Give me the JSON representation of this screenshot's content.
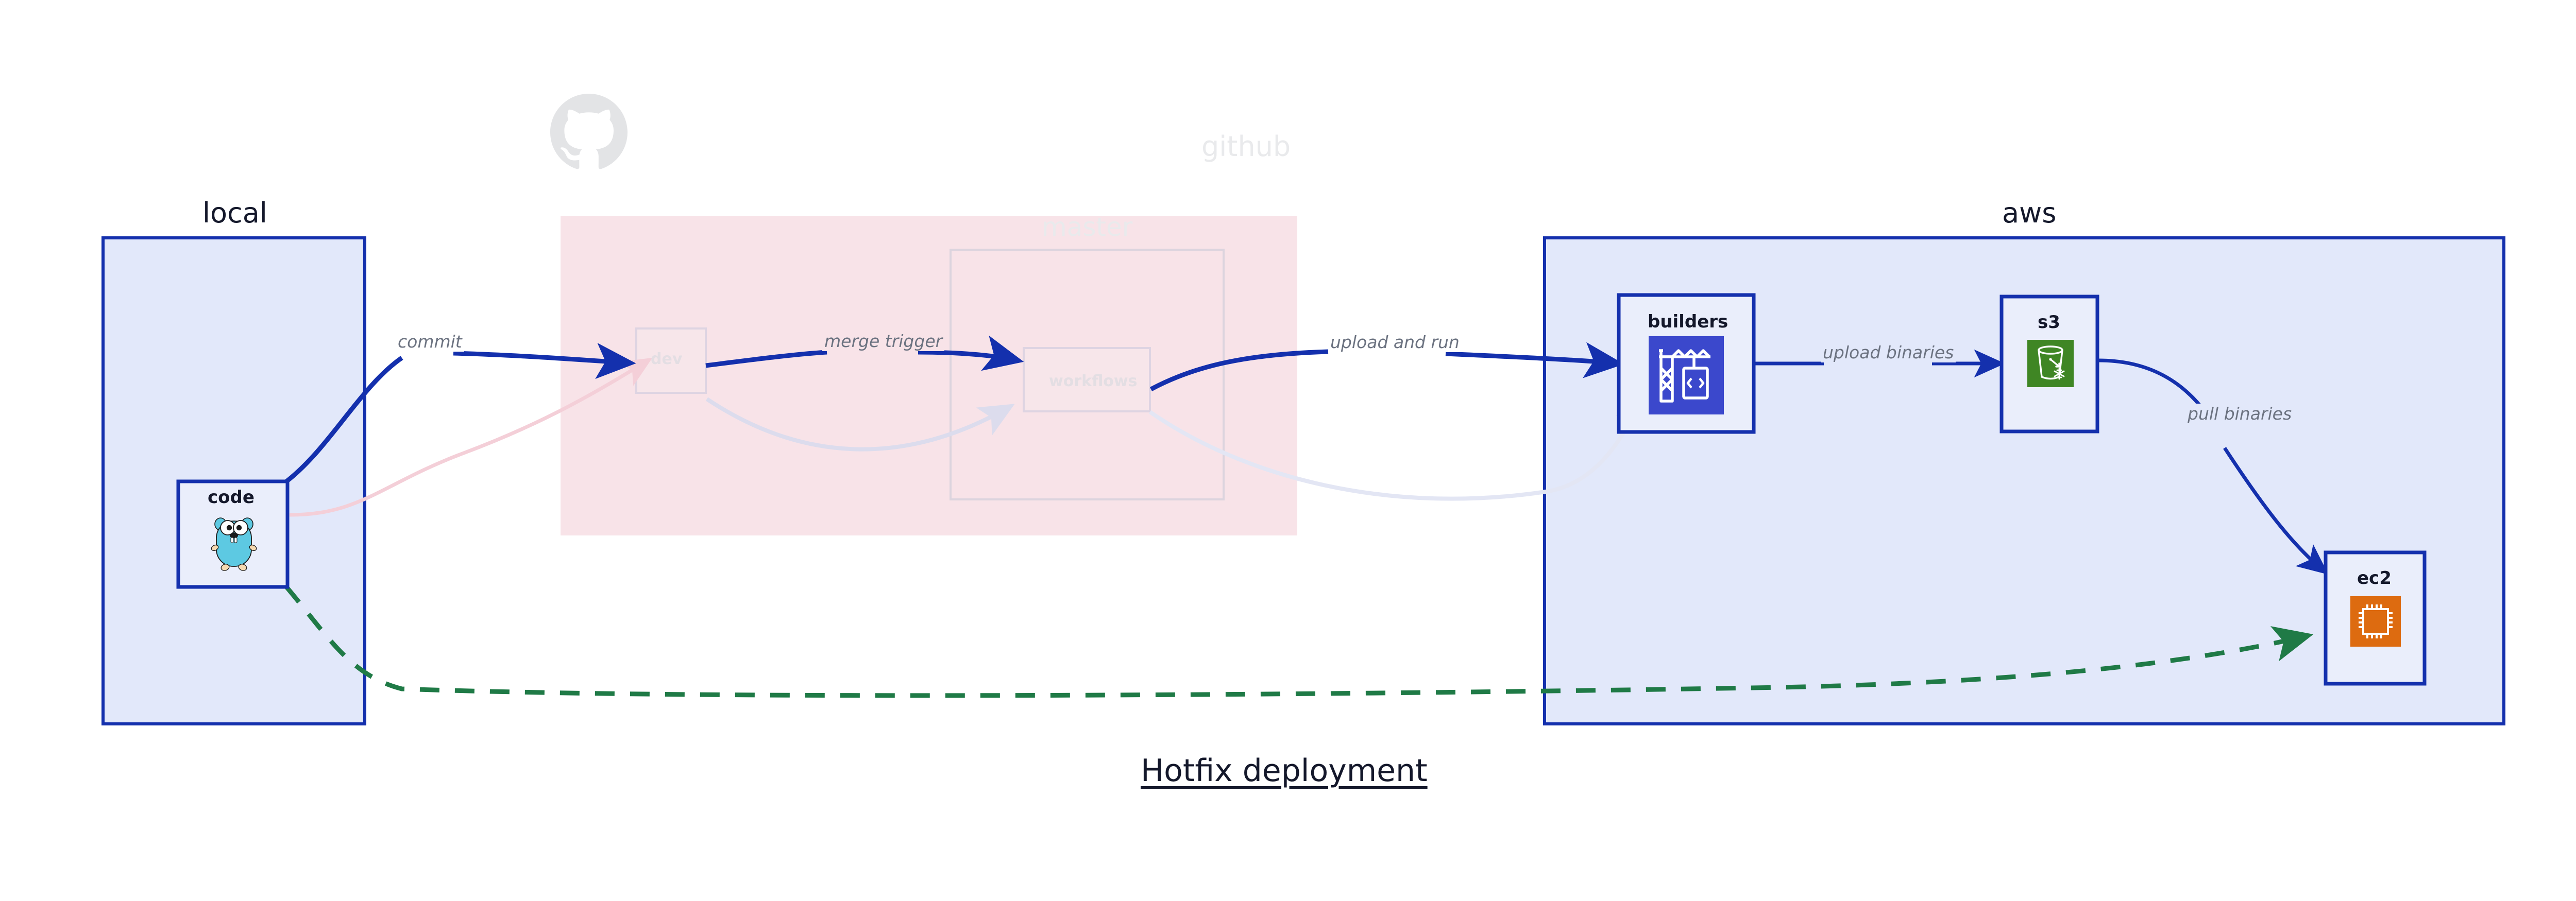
{
  "page": {
    "title": "Hotfix deployment",
    "background": "#ffffff"
  },
  "colors": {
    "primary_blue": "#1430ad",
    "container_blue_fill": "#e2e8fa",
    "container_blue_stroke": "#1430ad",
    "node_fill": "#eaeefb",
    "github_pink_fill": "#f8e3e8",
    "faded_text": "#e9eaec",
    "label_gray": "#6b7280",
    "green_dashed": "#1f7a46",
    "s3_green": "#3f8624",
    "ec2_orange": "#dd6b10",
    "builders_blue": "#3b48cc",
    "gopher_cyan": "#5dc9e2",
    "title_navy": "#14182b"
  },
  "groups": [
    {
      "id": "local",
      "label": "local",
      "faded": false
    },
    {
      "id": "github",
      "label": "github",
      "faded": true,
      "logo_icon": "github-octocat-icon",
      "subgroups": [
        {
          "id": "master",
          "label": "master",
          "faded": true
        }
      ]
    },
    {
      "id": "aws",
      "label": "aws",
      "faded": false
    }
  ],
  "nodes": [
    {
      "id": "code",
      "label": "code",
      "group": "local",
      "icon": "go-gopher-icon",
      "faded": false
    },
    {
      "id": "dev",
      "label": "dev",
      "group": "github",
      "icon": null,
      "faded": true
    },
    {
      "id": "workflows",
      "label": "workflows",
      "group": "master",
      "icon": null,
      "faded": true
    },
    {
      "id": "builders",
      "label": "builders",
      "group": "aws",
      "icon": "aws-codebuild-crane-icon",
      "faded": false
    },
    {
      "id": "s3",
      "label": "s3",
      "group": "aws",
      "icon": "aws-s3-bucket-icon",
      "faded": false
    },
    {
      "id": "ec2",
      "label": "ec2",
      "group": "aws",
      "icon": "aws-ec2-chip-icon",
      "faded": false
    }
  ],
  "edges": [
    {
      "id": "commit",
      "from": "code",
      "to": "dev",
      "label": "commit",
      "style": "solid",
      "color": "#1430ad",
      "faded": false
    },
    {
      "id": "merge-trigger",
      "from": "dev",
      "to": "workflows",
      "label": "merge trigger",
      "style": "solid",
      "color": "#1430ad",
      "faded": false
    },
    {
      "id": "upload-and-run",
      "from": "workflows",
      "to": "builders",
      "label": "upload and run",
      "style": "solid",
      "color": "#1430ad",
      "faded": false
    },
    {
      "id": "upload-binaries",
      "from": "builders",
      "to": "s3",
      "label": "upload binaries",
      "style": "solid",
      "color": "#1430ad",
      "faded": false
    },
    {
      "id": "pull-binaries",
      "from": "s3",
      "to": "ec2",
      "label": "pull binaries",
      "style": "solid",
      "color": "#1430ad",
      "faded": false
    },
    {
      "id": "hotfix-direct",
      "from": "code",
      "to": "ec2",
      "label": "",
      "style": "dashed",
      "color": "#1f7a46",
      "faded": false
    },
    {
      "id": "bg-code-dev",
      "from": "code",
      "to": "dev",
      "label": "",
      "style": "solid",
      "color": "#f4cfd8",
      "faded": true
    },
    {
      "id": "bg-dev-workflows",
      "from": "dev",
      "to": "workflows",
      "label": "",
      "style": "solid",
      "color": "#dcdced",
      "faded": true
    },
    {
      "id": "bg-workflows-builders",
      "from": "workflows",
      "to": "builders",
      "label": "",
      "style": "solid",
      "color": "#e3e6f4",
      "faded": true
    }
  ]
}
